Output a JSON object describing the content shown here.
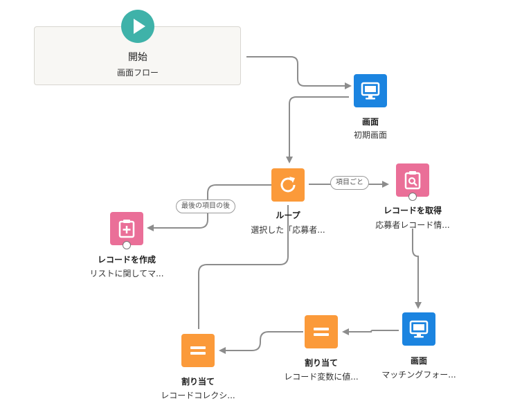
{
  "start": {
    "title": "開始",
    "subtitle": "画面フロー"
  },
  "nodes": {
    "screen_initial": {
      "title": "画面",
      "subtitle": "初期画面",
      "color": "#1b84e0",
      "icon": "screen-icon"
    },
    "loop": {
      "title": "ループ",
      "subtitle": "選択した「応募者...",
      "color": "#fb9a3a",
      "icon": "loop-icon"
    },
    "get_records": {
      "title": "レコードを取得",
      "subtitle": "応募者レコード情...",
      "color": "#ea6f98",
      "icon": "record-lookup-icon"
    },
    "create_records": {
      "title": "レコードを作成",
      "subtitle": "リストに関してマ...",
      "color": "#ea6f98",
      "icon": "record-create-icon"
    },
    "screen_matching": {
      "title": "画面",
      "subtitle": "マッチングフォー...",
      "color": "#1b84e0",
      "icon": "screen-icon"
    },
    "assign_variable": {
      "title": "割り当て",
      "subtitle": "レコード変数に値...",
      "color": "#fb9a3a",
      "icon": "assignment-icon"
    },
    "assign_collection": {
      "title": "割り当て",
      "subtitle": "レコードコレクシ...",
      "color": "#fb9a3a",
      "icon": "assignment-icon"
    }
  },
  "edge_labels": {
    "for_each_item": "項目ごと",
    "after_last_item": "最後の項目の後"
  },
  "colors": {
    "connector": "#8c8c8c",
    "start": "#3fb2a9"
  }
}
